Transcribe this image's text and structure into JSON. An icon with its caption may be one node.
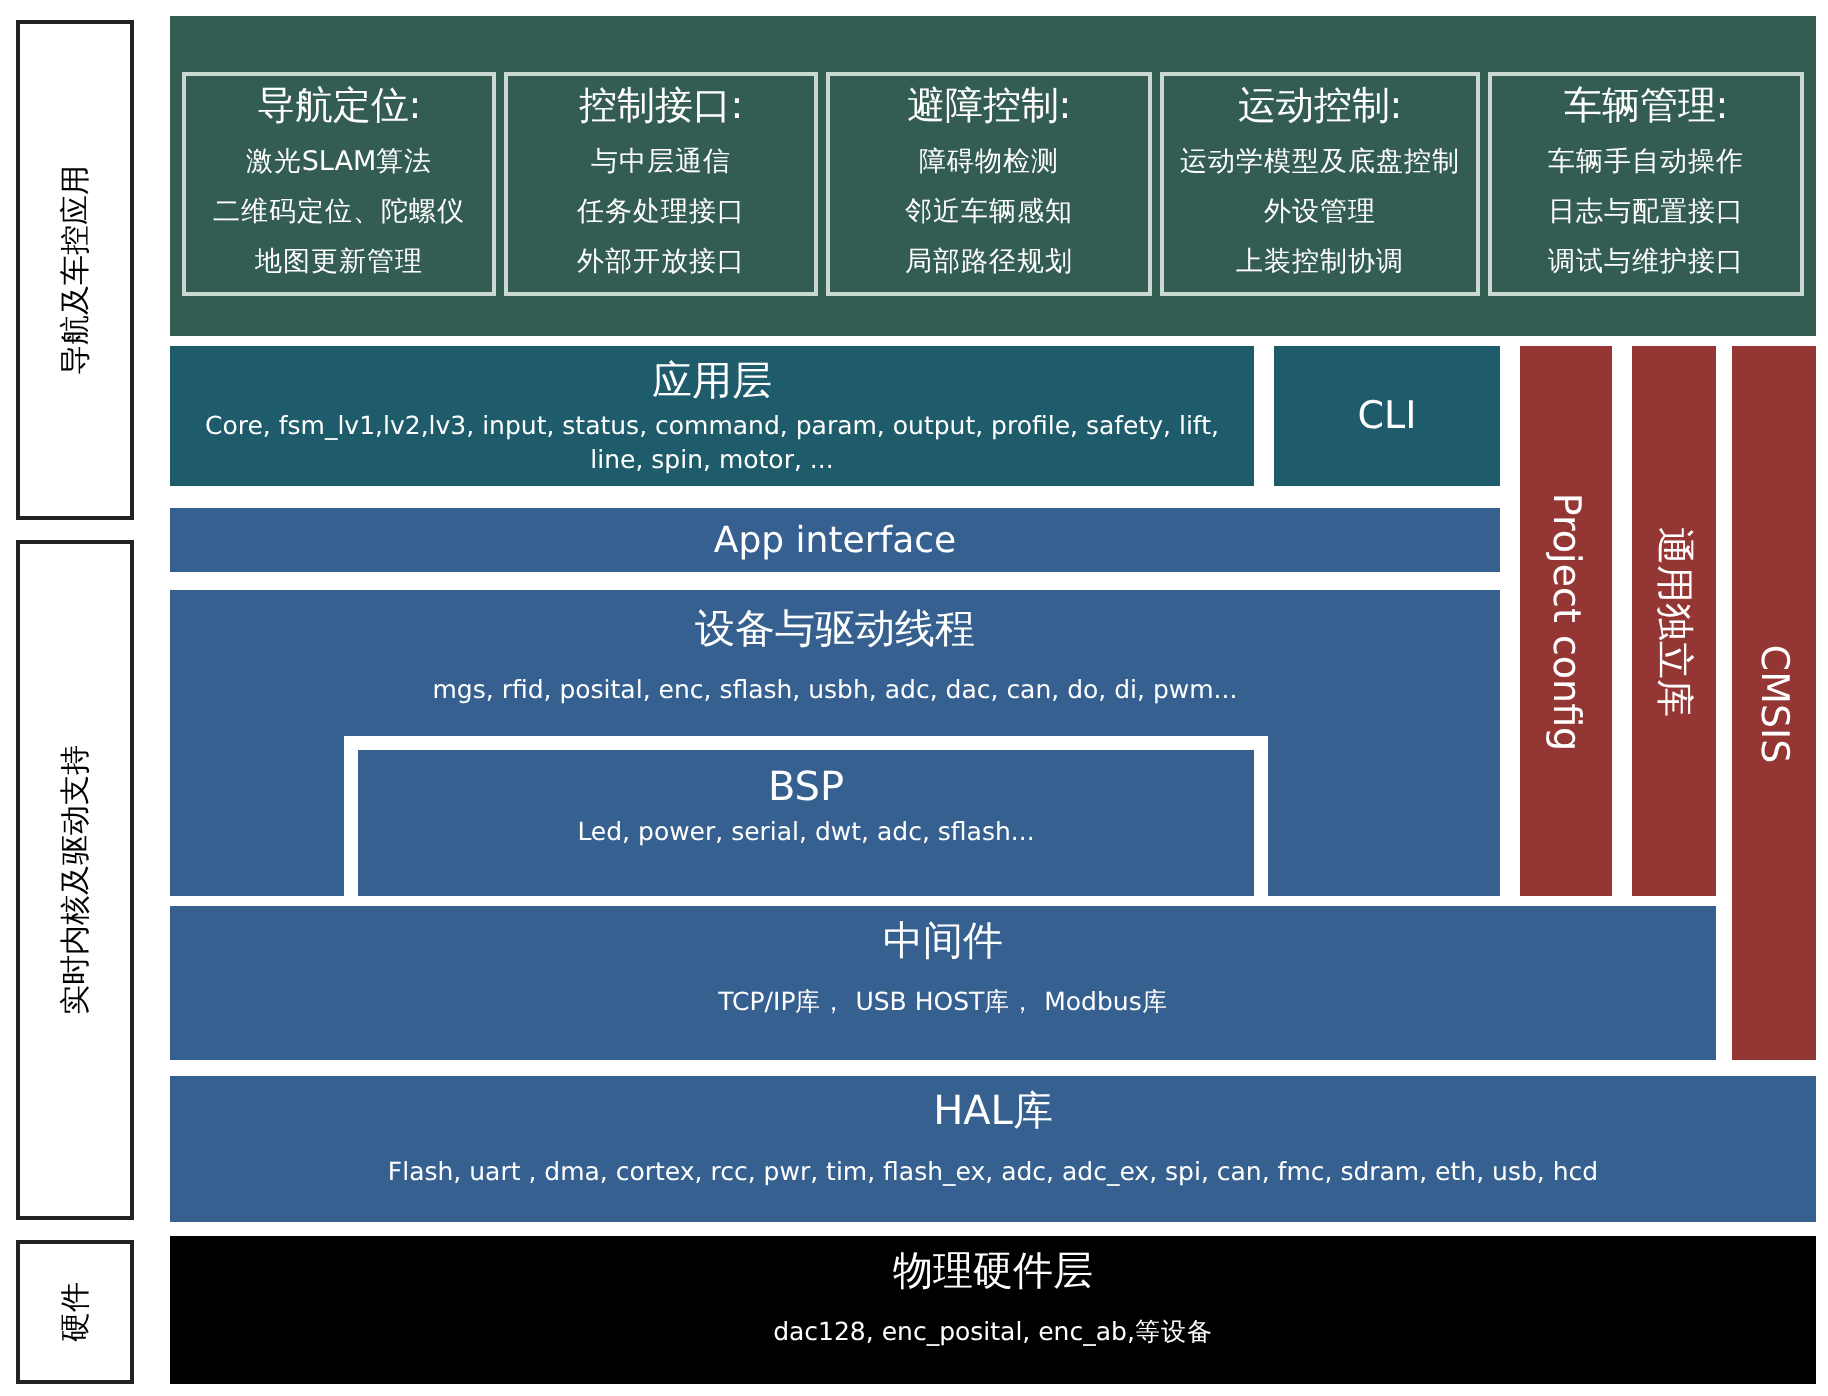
{
  "diagram": {
    "nodes": [
      {
        "text": [
          "导航及车控应用"
        ]
      },
      {
        "text": [
          "实时内核及驱动支持"
        ]
      },
      {
        "text": [
          "硬件"
        ]
      },
      {
        "text": [],
        "shape": "box"
      },
      {
        "text": [
          "导航定位:",
          "激光SLAM算法",
          "二维码定位、陀螺仪",
          "地图更新管理"
        ],
        "in": 3
      },
      {
        "text": [
          "控制接口:",
          "与中层通信",
          "任务处理接口",
          "外部开放接口"
        ],
        "in": 3
      },
      {
        "text": [
          "避障控制:",
          "障碍物检测",
          "邻近车辆感知",
          "局部路径规划"
        ],
        "in": 3
      },
      {
        "text": [
          "运动控制:",
          "运动学模型及底盘控制",
          "外设管理",
          "上装控制协调"
        ],
        "in": 3
      },
      {
        "text": [
          "车辆管理:",
          "车辆手自动操作",
          "日志与配置接口",
          "调试与维护接口"
        ],
        "in": 3
      },
      {
        "text": [
          "应用层",
          "Core, fsm_lv1,lv2,lv3, input, status, command, param, output, profile, safety, lift, line, spin, motor, ..."
        ]
      },
      {
        "text": [
          "CLI"
        ]
      },
      {
        "text": [
          "Project config"
        ]
      },
      {
        "text": [
          "通用独立库"
        ]
      },
      {
        "text": [
          "CMSIS"
        ]
      },
      {
        "text": [
          "App interface"
        ]
      },
      {
        "text": [
          "设备与驱动线程",
          "mgs, rfid, posital, enc, sflash, usbh, adc, dac, can, do, di, pwm..."
        ]
      },
      {
        "text": [
          "BSP",
          "Led, power, serial, dwt, adc, sflash..."
        ],
        "in": 15
      },
      {
        "text": [
          "中间件",
          "TCP/IP库， USB HOST库， Modbus库"
        ]
      },
      {
        "text": [
          "HAL库",
          "Flash, uart , dma, cortex, rcc, pwr, tim, flash_ex, adc, adc_ex, spi, can, fmc, sdram, eth, usb, hcd"
        ]
      },
      {
        "text": [
          "物理硬件层",
          "dac128, enc_posital, enc_ab,等设备"
        ]
      }
    ],
    "edges": []
  }
}
